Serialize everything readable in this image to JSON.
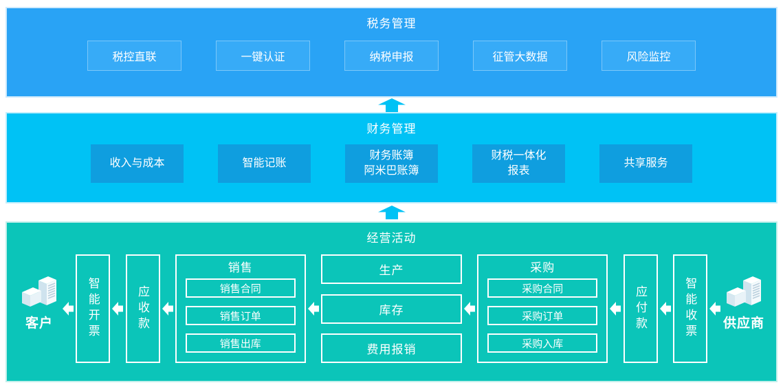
{
  "layers": {
    "tax": {
      "title": "税务管理",
      "items": [
        "税控直联",
        "一键认证",
        "纳税申报",
        "征管大数据",
        "风险监控"
      ]
    },
    "finance": {
      "title": "财务管理",
      "items": [
        "收入与成本",
        "智能记账",
        "财务账簿\n阿米巴账簿",
        "财税一体化\n报表",
        "共享服务"
      ]
    },
    "business": {
      "title": "经营活动",
      "customer_label": "客户",
      "supplier_label": "供应商",
      "invoice_out": "智能开票",
      "receivable": "应收款",
      "payable": "应付款",
      "invoice_in": "智能收票",
      "sales": {
        "title": "销售",
        "items": [
          "销售合同",
          "销售订单",
          "销售出库"
        ]
      },
      "production_items": [
        "生产",
        "库存",
        "费用报销"
      ],
      "purchase": {
        "title": "采购",
        "items": [
          "采购合同",
          "采购订单",
          "采购入库"
        ]
      }
    }
  },
  "colors": {
    "tax_band": "#29A3F5",
    "tax_box": "#37ABF7",
    "finance_band": "#00C2F5",
    "finance_box": "#0F9EDF",
    "business_band": "#0BC5B9",
    "layer_arrow": "#00C2F5",
    "flow_arrow": "#FFFFFF"
  }
}
